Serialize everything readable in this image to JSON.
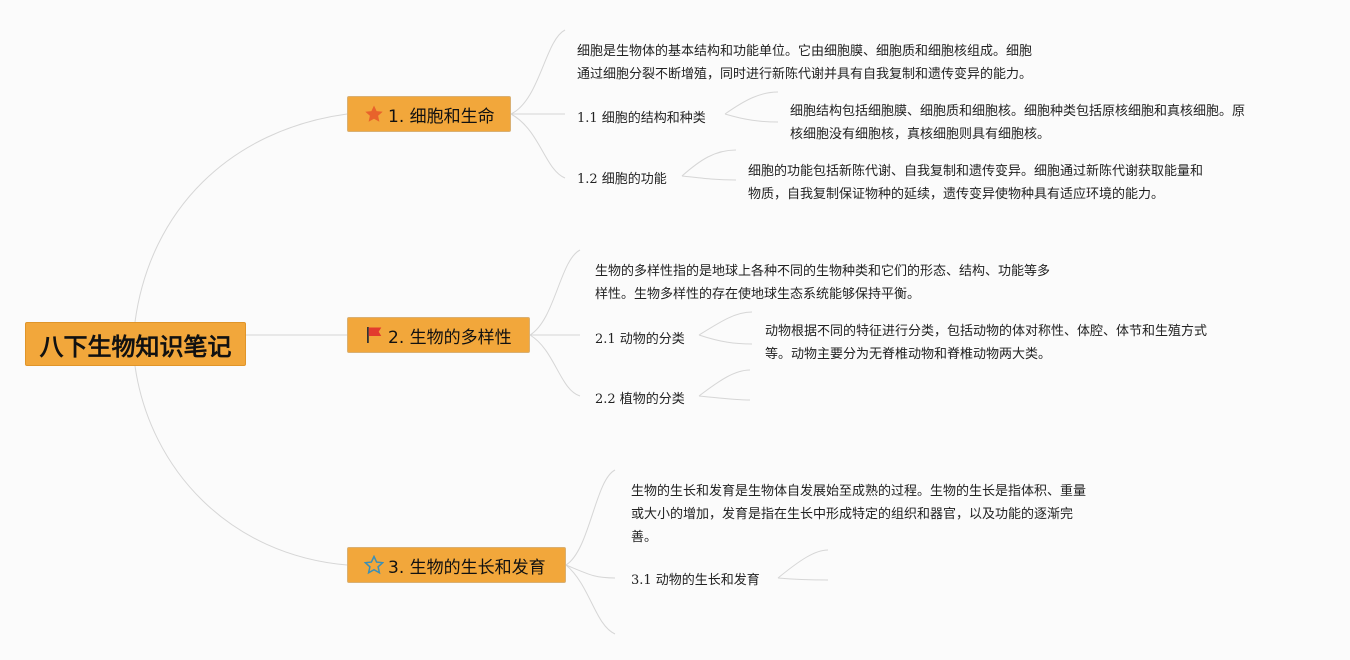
{
  "root": {
    "label": "八下生物知识笔记"
  },
  "branches": [
    {
      "label": "1. 细胞和生命",
      "icon": "star-filled-icon",
      "summary": [
        "细胞是生物体的基本结构和功能单位。它由细胞膜、细胞质和细胞核组成。细胞",
        "通过细胞分裂不断增殖，同时进行新陈代谢并具有自我复制和遗传变异的能力。"
      ],
      "children": [
        {
          "label": "1.1 细胞的结构和种类",
          "detail": [
            "细胞结构包括细胞膜、细胞质和细胞核。细胞种类包括原核细胞和真核细胞。原",
            "核细胞没有细胞核，真核细胞则具有细胞核。"
          ]
        },
        {
          "label": "1.2 细胞的功能",
          "detail": [
            "细胞的功能包括新陈代谢、自我复制和遗传变异。细胞通过新陈代谢获取能量和",
            "物质，自我复制保证物种的延续，遗传变异使物种具有适应环境的能力。"
          ]
        }
      ]
    },
    {
      "label": "2. 生物的多样性",
      "icon": "red-flag-icon",
      "summary": [
        "生物的多样性指的是地球上各种不同的生物种类和它们的形态、结构、功能等多",
        "样性。生物多样性的存在使地球生态系统能够保持平衡。"
      ],
      "children": [
        {
          "label": "2.1 动物的分类",
          "detail": [
            "动物根据不同的特征进行分类，包括动物的体对称性、体腔、体节和生殖方式",
            "等。动物主要分为无脊椎动物和脊椎动物两大类。"
          ]
        },
        {
          "label": "2.2 植物的分类",
          "detail": []
        }
      ]
    },
    {
      "label": "3. 生物的生长和发育",
      "icon": "star-outline-icon",
      "summary": [
        "生物的生长和发育是生物体自发展始至成熟的过程。生物的生长是指体积、重量",
        "或大小的增加，发育是指在生长中形成特定的组织和器官，以及功能的逐渐完",
        "善。"
      ],
      "children": [
        {
          "label": "3.1 动物的生长和发育",
          "detail": []
        }
      ]
    }
  ],
  "colors": {
    "node_fill": "#f2a73b",
    "connector": "#d6d6d6",
    "star_filled": "#e8632b",
    "flag": "#e23b2e",
    "star_outline": "#3a8fb7"
  }
}
